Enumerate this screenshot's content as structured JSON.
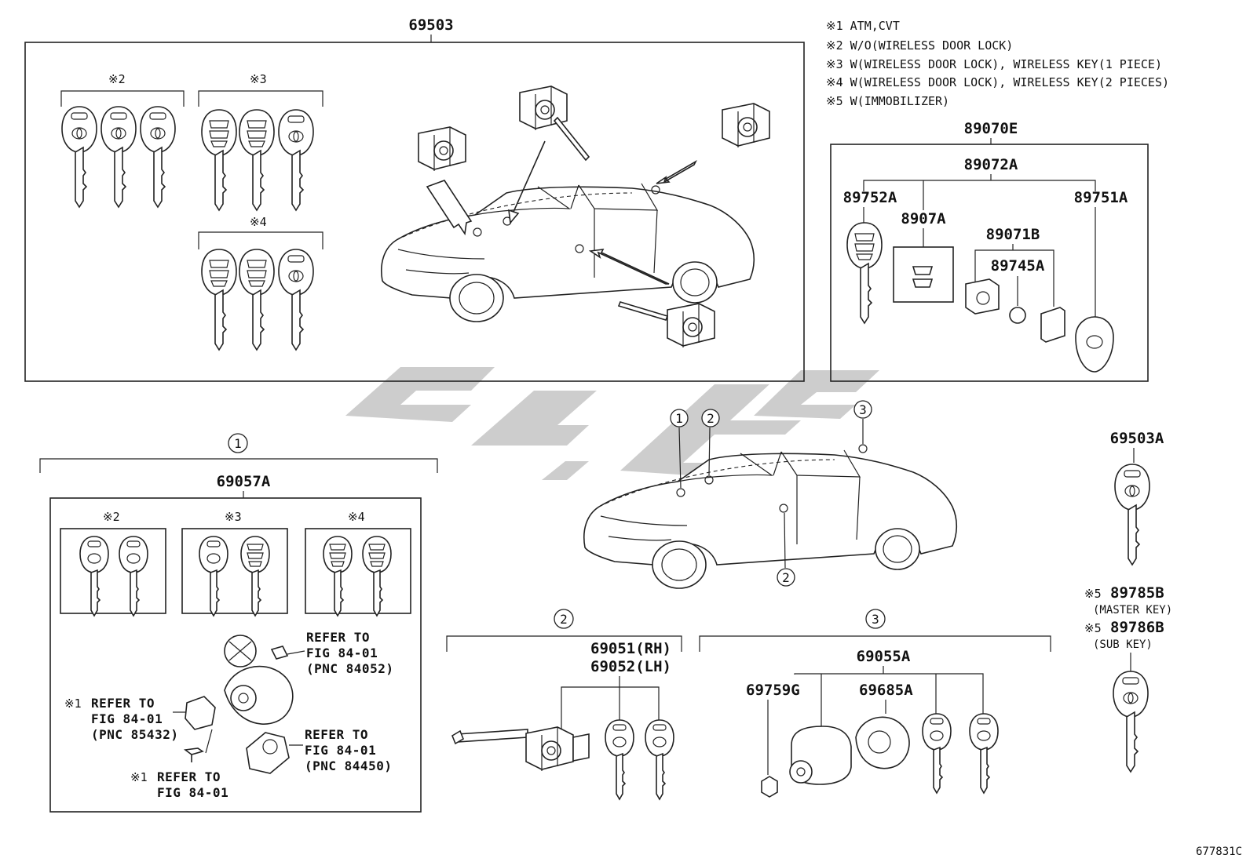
{
  "legend": [
    "※1 ATM,CVT",
    "※2 W/O(WIRELESS DOOR LOCK)",
    "※3 W(WIRELESS DOOR LOCK), WIRELESS KEY(1 PIECE)",
    "※4 W(WIRELESS DOOR LOCK), WIRELESS KEY(2 PIECES)",
    "※5 W(IMMOBILIZER)"
  ],
  "top_group": {
    "number": "69503",
    "mark2": "※2",
    "mark3": "※3",
    "mark4": "※4"
  },
  "transmitter_group": {
    "number": "89070E",
    "assembly": "89072A",
    "left": "89752A",
    "right": "89751A",
    "sub": "8907A",
    "housing": "89071B",
    "board": "89745A"
  },
  "callouts": {
    "one": "1",
    "two": "2",
    "three": "3"
  },
  "group1": {
    "number": "69057A",
    "mark2": "※2",
    "mark3": "※3",
    "mark4": "※4",
    "ref_a": [
      "REFER TO",
      "FIG 84-01",
      "(PNC 84052)"
    ],
    "ref_b_mark": "※1",
    "ref_b": [
      "REFER TO",
      "FIG 84-01",
      "(PNC 85432)"
    ],
    "ref_c": [
      "REFER TO",
      "FIG 84-01",
      "(PNC 84450)"
    ],
    "ref_d_mark": "※1",
    "ref_d": [
      "REFER TO",
      "FIG 84-01"
    ]
  },
  "group2": {
    "rh": "69051(RH)",
    "lh": "69052(LH)"
  },
  "group3": {
    "number": "69055A",
    "left": "69759G",
    "right": "69685A"
  },
  "right_keys": {
    "key": "69503A",
    "master_mark": "※5",
    "master": "89785B",
    "master_desc": "(MASTER KEY)",
    "sub_mark": "※5",
    "sub": "89786B",
    "sub_desc": "(SUB KEY)"
  },
  "figure_id": "677831C",
  "colors": {
    "line": "#222222",
    "watermark": "#c8c8c8"
  }
}
